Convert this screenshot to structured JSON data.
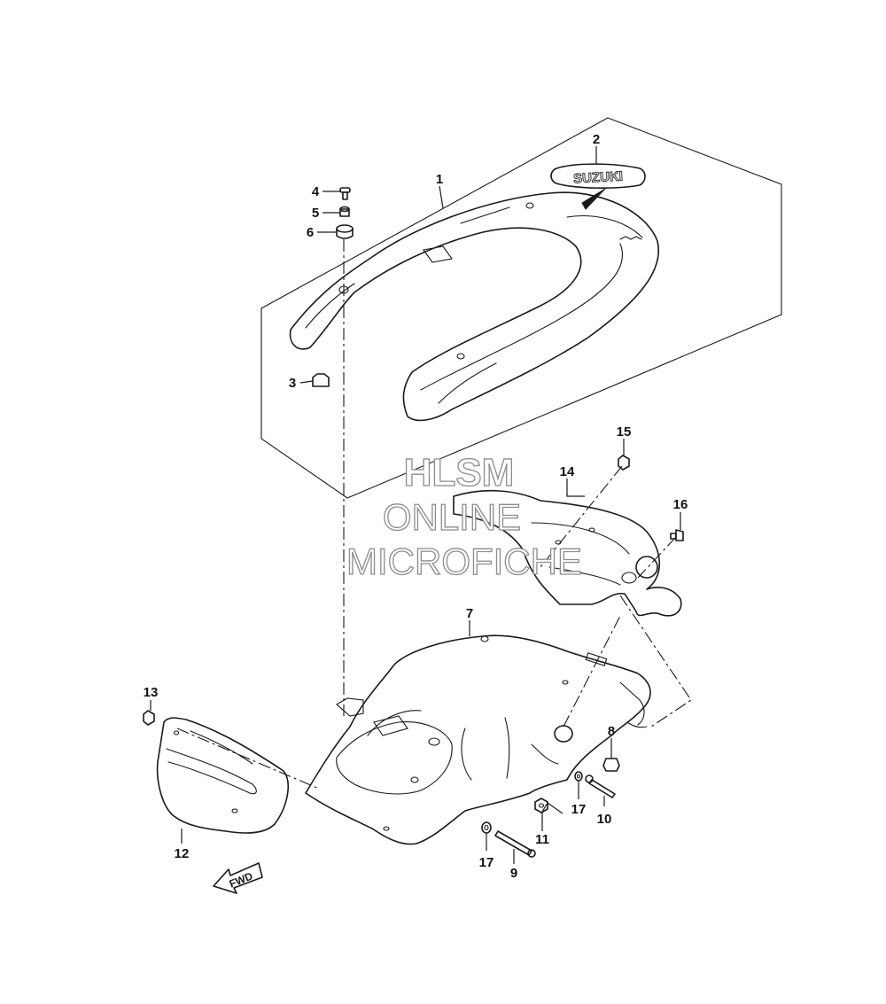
{
  "callouts": [
    "1",
    "2",
    "3",
    "4",
    "5",
    "6",
    "7",
    "8",
    "9",
    "10",
    "11",
    "12",
    "13",
    "14",
    "15",
    "16",
    "17",
    "17"
  ],
  "emblem_text": "SUZUKI",
  "fwd_label": "FWD",
  "watermark": {
    "line1": "HLSM",
    "line2": "ONLINE",
    "line3": "MICROFICHE"
  },
  "colors": {
    "line": "#1a1a1a",
    "watermark_outline": "#8c8c8c",
    "background": "#ffffff"
  }
}
